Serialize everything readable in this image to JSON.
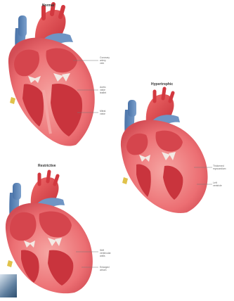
{
  "figure": {
    "panels": [
      {
        "title": "Normal",
        "labels": [
          [
            "Coronary",
            "artery",
            "vein"
          ],
          [
            "Aortic",
            "valve",
            "leaflet"
          ],
          [
            "Mitral",
            "valve"
          ]
        ]
      },
      {
        "title": "Hypertrophic",
        "labels": [
          [
            "Thickened",
            "myocardium"
          ],
          [
            "Left",
            "ventricle"
          ]
        ]
      },
      {
        "title": "Restrictive",
        "labels": [
          [
            "Stiff",
            "ventricular",
            "walls"
          ],
          [
            "Enlarged",
            "atrium"
          ]
        ]
      }
    ]
  },
  "colors": {
    "myocardium": "#e8626a",
    "myocardium_light": "#f39b9a",
    "chamber": "#d9474f",
    "aorta": "#e2444b",
    "vein_blue": "#5b84b8",
    "valve": "#f3e9e4",
    "fat_yellow": "#e0c24a",
    "corner_accent": "#4f6f8f"
  }
}
